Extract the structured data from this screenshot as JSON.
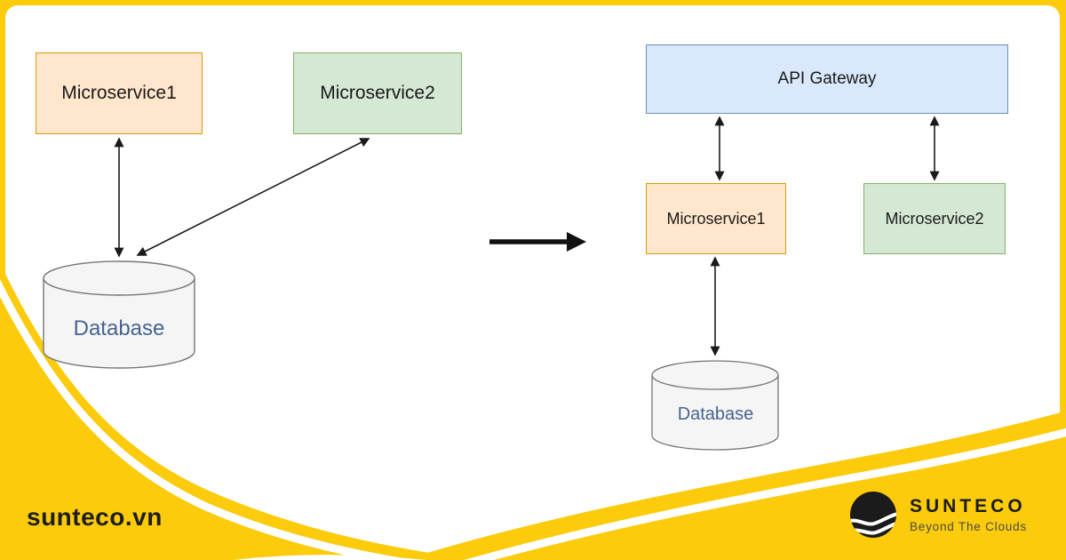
{
  "brand": {
    "website": "sunteco.vn",
    "logo_name": "SUNTECO",
    "logo_tagline": "Beyond The Clouds",
    "yellow": "#FCCB0C",
    "panel_background": "#FFFFFF"
  },
  "diagram": {
    "before": {
      "microservice1": {
        "label": "Microservice1",
        "fill": "#FFE6CC",
        "border": "#D79B00"
      },
      "microservice2": {
        "label": "Microservice2",
        "fill": "#D5E8D4",
        "border": "#82B366"
      },
      "database": {
        "label": "Database",
        "fill": "#F5F5F5",
        "border": "#767676"
      },
      "connections": [
        "Microservice1 <-> Database",
        "Microservice2 <-> Database"
      ]
    },
    "transform": {
      "description": "before-to-after arrow",
      "direction": "right"
    },
    "after": {
      "api_gateway": {
        "label": "API Gateway",
        "fill": "#DAE8FC",
        "border": "#6C8EBF"
      },
      "microservice1": {
        "label": "Microservice1",
        "fill": "#FFE6CC",
        "border": "#D79B00"
      },
      "microservice2": {
        "label": "Microservice2",
        "fill": "#D5E8D4",
        "border": "#82B366"
      },
      "database": {
        "label": "Database",
        "fill": "#F5F5F5",
        "border": "#767676"
      },
      "connections": [
        "API Gateway <-> Microservice1",
        "API Gateway <-> Microservice2",
        "Microservice1 <-> Database"
      ]
    }
  }
}
